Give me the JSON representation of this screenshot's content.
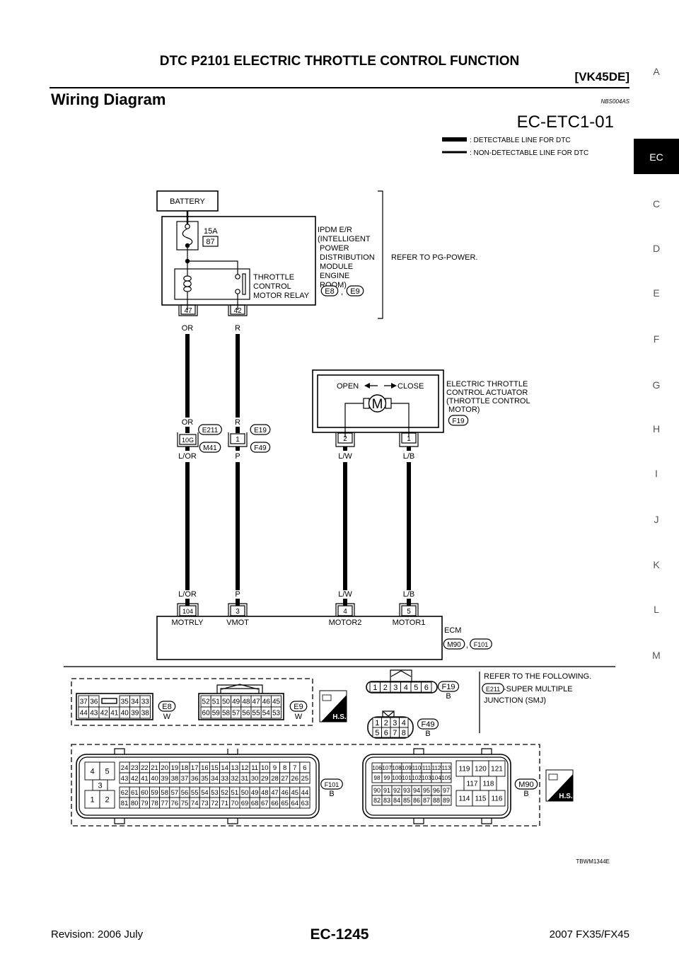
{
  "header": {
    "title": "DTC P2101 ELECTRIC THROTTLE CONTROL FUNCTION",
    "engine": "[VK45DE]",
    "section_title": "Wiring Diagram",
    "section_code": "NBS004AS"
  },
  "side_tabs": [
    "A",
    "EC",
    "C",
    "D",
    "E",
    "F",
    "G",
    "H",
    "I",
    "J",
    "K",
    "L",
    "M"
  ],
  "active_tab": "EC",
  "diagram": {
    "id": "EC-ETC1-01",
    "legend": {
      "detectable": ": DETECTABLE LINE FOR DTC",
      "non_detectable": ": NON-DETECTABLE LINE FOR DTC"
    },
    "battery": "BATTERY",
    "fuse": {
      "rating": "15A",
      "number": "87"
    },
    "ipdm": {
      "lines": [
        "IPDM E/R",
        "(INTELLIGENT",
        " POWER",
        " DISTRIBUTION",
        " MODULE",
        " ENGINE",
        " ROOM)"
      ],
      "connectors": [
        "E8",
        "E9"
      ],
      "refer": "REFER TO PG-POWER."
    },
    "relay": {
      "lines": [
        "THROTTLE",
        "CONTROL",
        "MOTOR RELAY"
      ],
      "terminals": [
        "47",
        "42"
      ]
    },
    "wire_colors": {
      "or": "OR",
      "r": "R",
      "lor": "L/OR",
      "p": "P",
      "lw": "L/W",
      "lb": "L/B"
    },
    "joint": {
      "left_terminal": "10G",
      "left_connectors": [
        "E211",
        "M41"
      ],
      "right_terminal": "1",
      "right_connectors": [
        "E19",
        "F49"
      ]
    },
    "actuator": {
      "open": "OPEN",
      "close": "CLOSE",
      "motor": "M",
      "lines": [
        "ELECTRIC THROTTLE",
        "CONTROL ACTUATOR",
        "(THROTTLE CONTROL",
        " MOTOR)"
      ],
      "connector": "F19",
      "terminals": [
        "2",
        "1"
      ]
    },
    "ecm": {
      "label": "ECM",
      "connectors": [
        "M90",
        "F101"
      ],
      "terminals": [
        {
          "num": "104",
          "name": "MOTRLY"
        },
        {
          "num": "3",
          "name": "VMOT"
        },
        {
          "num": "4",
          "name": "MOTOR2"
        },
        {
          "num": "5",
          "name": "MOTOR1"
        }
      ]
    },
    "comma": ","
  },
  "connectors": {
    "e8": {
      "id": "E8",
      "color": "W",
      "rows": [
        [
          "37",
          "36",
          "",
          "",
          "",
          "35",
          "34",
          "33"
        ],
        [
          "44",
          "43",
          "42",
          "41",
          "40",
          "39",
          "38"
        ]
      ]
    },
    "e9": {
      "id": "E9",
      "color": "W",
      "rows": [
        [
          "52",
          "51",
          "50",
          "49",
          "48",
          "47",
          "46",
          "45"
        ],
        [
          "60",
          "59",
          "58",
          "57",
          "56",
          "55",
          "54",
          "53"
        ]
      ]
    },
    "f19": {
      "id": "F19",
      "color": "B",
      "rows": [
        [
          "1",
          "2",
          "3",
          "4",
          "5",
          "6"
        ]
      ]
    },
    "f49": {
      "id": "F49",
      "color": "B",
      "rows": [
        [
          "1",
          "2",
          "3",
          "4"
        ],
        [
          "5",
          "6",
          "7",
          "8"
        ]
      ]
    },
    "refer": {
      "title": "REFER TO THE FOLLOWING.",
      "connector": "E211",
      "desc1": "-SUPER MULTIPLE",
      "desc2": "JUNCTION (SMJ)"
    },
    "f101": {
      "id": "F101",
      "color": "B",
      "block": [
        "4",
        "5",
        "3",
        "1",
        "2"
      ],
      "rows_top": [
        [
          "24",
          "23",
          "22",
          "21",
          "20",
          "19",
          "18",
          "17",
          "16",
          "15",
          "14",
          "13",
          "12",
          "11",
          "10",
          "9",
          "8",
          "7",
          "6"
        ],
        [
          "43",
          "42",
          "41",
          "40",
          "39",
          "38",
          "37",
          "36",
          "35",
          "34",
          "33",
          "32",
          "31",
          "30",
          "29",
          "28",
          "27",
          "26",
          "25"
        ]
      ],
      "rows_bottom": [
        [
          "62",
          "61",
          "60",
          "59",
          "58",
          "57",
          "56",
          "55",
          "54",
          "53",
          "52",
          "51",
          "50",
          "49",
          "48",
          "47",
          "46",
          "45",
          "44"
        ],
        [
          "81",
          "80",
          "79",
          "78",
          "77",
          "76",
          "75",
          "74",
          "73",
          "72",
          "71",
          "70",
          "69",
          "68",
          "67",
          "66",
          "65",
          "64",
          "63"
        ]
      ]
    },
    "m90": {
      "id": "M90",
      "color": "B",
      "rows_top": [
        [
          "106",
          "107",
          "108",
          "109",
          "110",
          "111",
          "112",
          "113"
        ],
        [
          "98",
          "99",
          "100",
          "101",
          "102",
          "103",
          "104",
          "105"
        ]
      ],
      "rows_bottom": [
        [
          "90",
          "91",
          "92",
          "93",
          "94",
          "95",
          "96",
          "97"
        ],
        [
          "82",
          "83",
          "84",
          "85",
          "86",
          "87",
          "88",
          "89"
        ]
      ],
      "block_top": [
        "119",
        "120",
        "121"
      ],
      "block_mid": [
        "117",
        "118"
      ],
      "block_bottom": [
        "114",
        "115",
        "116"
      ]
    },
    "hs_label": "H.S."
  },
  "figure_code": "TBWM1344E",
  "footer": {
    "revision": "Revision: 2006 July",
    "page": "EC-1245",
    "model": "2007 FX35/FX45"
  }
}
